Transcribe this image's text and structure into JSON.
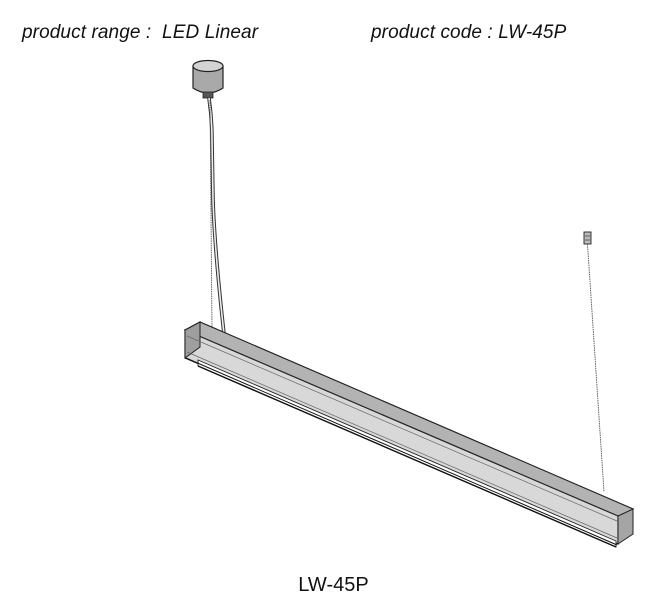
{
  "header": {
    "range_label": "product range :  LED Linear",
    "code_label": "product code : LW-45P"
  },
  "drawing": {
    "caption": "LW-45P"
  },
  "colors": {
    "body_fill": "#b9b9b9",
    "front_face": "#d6d6d6",
    "outline": "#222222",
    "diffuser": "#ffffff"
  }
}
